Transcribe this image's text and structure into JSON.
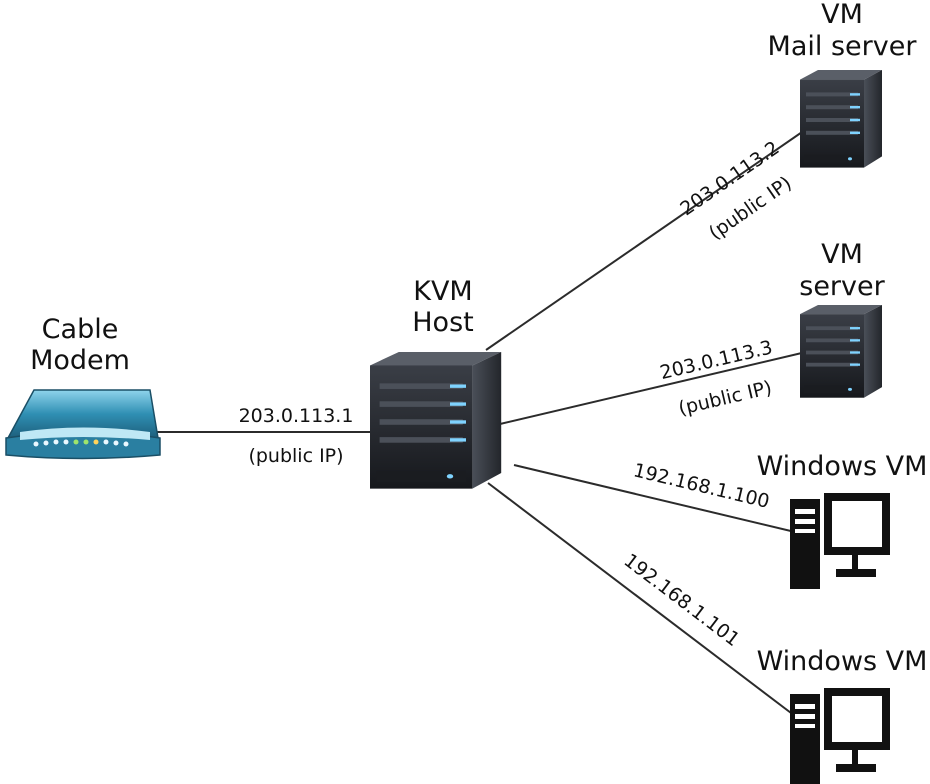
{
  "nodes": {
    "cable_modem": {
      "name": [
        "Cable",
        "Modem"
      ],
      "icon": "cable-modem-icon"
    },
    "kvm_host": {
      "name": [
        "KVM",
        "Host"
      ],
      "icon": "server-tower-icon"
    },
    "mail_vm": {
      "name": [
        "VM",
        "Mail server"
      ],
      "icon": "server-tower-icon"
    },
    "server_vm": {
      "name": [
        "VM",
        "server"
      ],
      "icon": "server-tower-icon"
    },
    "windows_vm_1": {
      "name": "Windows VM",
      "icon": "desktop-computer-icon"
    },
    "windows_vm_2": {
      "name": "Windows VM",
      "icon": "desktop-computer-icon"
    }
  },
  "links": {
    "modem_host": {
      "ip": "203.0.113.1",
      "note": "(public IP)"
    },
    "host_mail": {
      "ip": "203.0.113.2",
      "note": "(public IP)"
    },
    "host_server": {
      "ip": "203.0.113.3",
      "note": "(public IP)"
    },
    "host_win1": {
      "ip": "192.168.1.100"
    },
    "host_win2": {
      "ip": "192.168.1.101"
    }
  },
  "colors": {
    "line": "#2b2b2b",
    "server_body": "#2a2d33",
    "server_led": "#7fd3ff",
    "modem_body": "#2f8fb3",
    "computer": "#111111"
  }
}
